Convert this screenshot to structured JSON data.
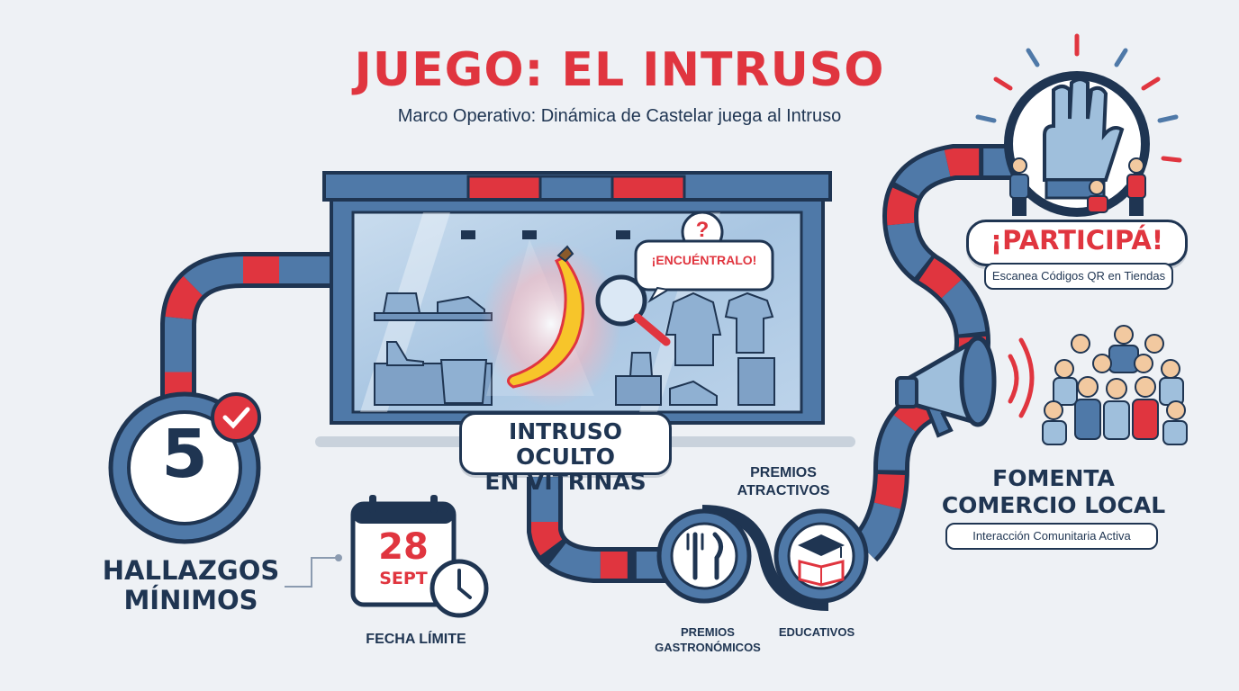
{
  "header": {
    "title": "JUEGO: EL INTRUSO",
    "subtitle": "Marco Operativo: Dinámica de Castelar juega al Intruso"
  },
  "vitrina": {
    "speech_bubble": "¡ENCUÉNTRALO!",
    "question_mark": "?",
    "label_line1": "INTRUSO OCULTO",
    "label_line2": "EN VITRINAS"
  },
  "participa": {
    "title": "¡PARTICIPÁ!",
    "subtitle": "Escanea Códigos QR en Tiendas"
  },
  "comercio": {
    "title_line1": "FOMENTA",
    "title_line2": "COMERCIO LOCAL",
    "subtitle": "Interacción Comunitaria Activa"
  },
  "hallazgos": {
    "number": "5",
    "label_line1": "HALLAZGOS",
    "label_line2": "MÍNIMOS"
  },
  "fecha": {
    "day": "28",
    "month": "SEPT",
    "label": "FECHA LÍMITE"
  },
  "premios": {
    "main_line1": "PREMIOS",
    "main_line2": "ATRACTIVOS",
    "gastro_line1": "PREMIOS",
    "gastro_line2": "GASTRONÓMICOS",
    "educativos": "EDUCATIVOS"
  },
  "colors": {
    "navy": "#1f3552",
    "red": "#e0353f",
    "steel_blue": "#4f79a8",
    "light_blue": "#9fbfdc",
    "background": "#eef1f5",
    "banana": "#f7c52a"
  }
}
